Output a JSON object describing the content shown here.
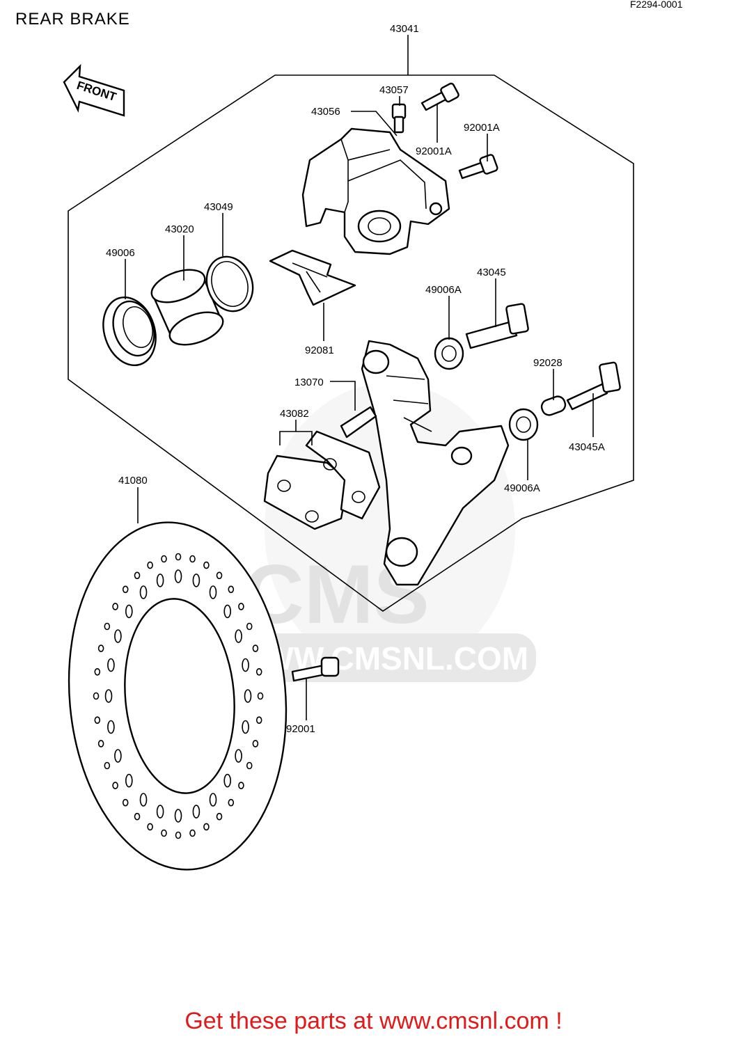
{
  "header": {
    "title": "REAR BRAKE",
    "figure_code": "F2294-0001"
  },
  "front_arrow": {
    "label": "FRONT"
  },
  "watermark": {
    "text": "WWW.CMSNL.COM",
    "logo": "CMS"
  },
  "callouts": [
    {
      "id": "c-43041",
      "label": "43041"
    },
    {
      "id": "c-43057",
      "label": "43057"
    },
    {
      "id": "c-43056",
      "label": "43056"
    },
    {
      "id": "c-92001a-top",
      "label": "92001A"
    },
    {
      "id": "c-92001a-mid",
      "label": "92001A"
    },
    {
      "id": "c-43049",
      "label": "43049"
    },
    {
      "id": "c-43020",
      "label": "43020"
    },
    {
      "id": "c-49006",
      "label": "49006"
    },
    {
      "id": "c-43045",
      "label": "43045"
    },
    {
      "id": "c-49006a-top",
      "label": "49006A"
    },
    {
      "id": "c-92081",
      "label": "92081"
    },
    {
      "id": "c-92028",
      "label": "92028"
    },
    {
      "id": "c-13070",
      "label": "13070"
    },
    {
      "id": "c-43082",
      "label": "43082"
    },
    {
      "id": "c-43045a",
      "label": "43045A"
    },
    {
      "id": "c-49006a-bot",
      "label": "49006A"
    },
    {
      "id": "c-41080",
      "label": "41080"
    },
    {
      "id": "c-92001",
      "label": "92001"
    }
  ],
  "footer": {
    "text": "Get these parts at www.cmsnl.com !",
    "color": "#e01a1a"
  }
}
